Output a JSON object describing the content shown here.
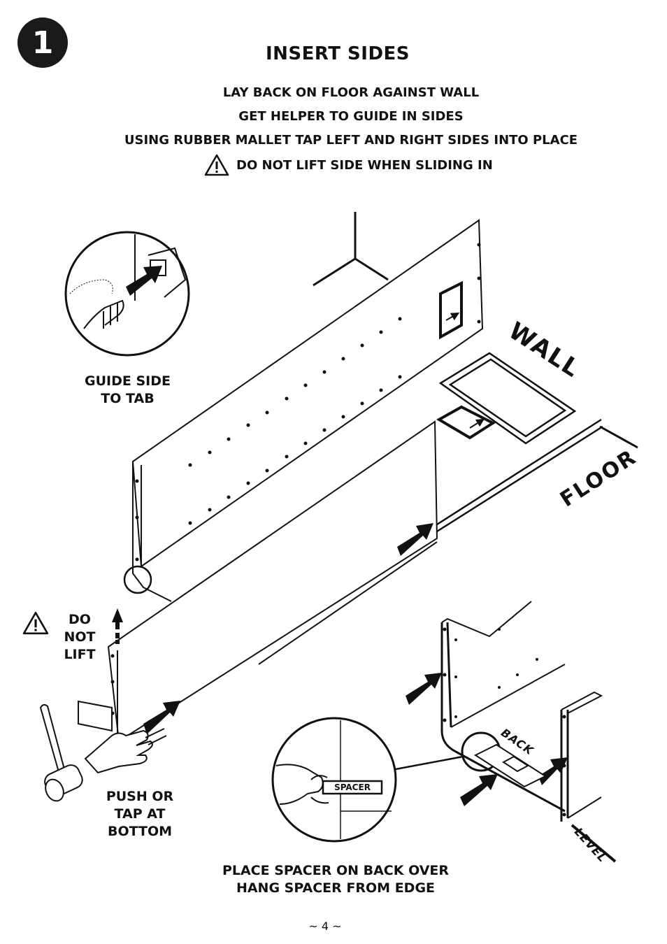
{
  "step_number": "1",
  "title": "INSERT SIDES",
  "instructions": [
    "LAY BACK ON FLOOR AGAINST WALL",
    "GET HELPER TO GUIDE IN SIDES",
    "USING RUBBER MALLET TAP LEFT AND RIGHT SIDES INTO PLACE"
  ],
  "warning": "DO NOT LIFT SIDE WHEN SLIDING IN",
  "labels": {
    "guide_side": "GUIDE SIDE TO TAB",
    "do_not_lift": "DO NOT LIFT",
    "push_or_tap": "PUSH OR TAP AT BOTTOM",
    "spacer": "SPACER",
    "place_spacer": "PLACE SPACER ON BACK OVER HANG SPACER FROM EDGE",
    "wall": "WALL",
    "floor": "FLOOR",
    "back": "BACK",
    "level": "LEVEL"
  },
  "page_number": "~ 4 ~"
}
